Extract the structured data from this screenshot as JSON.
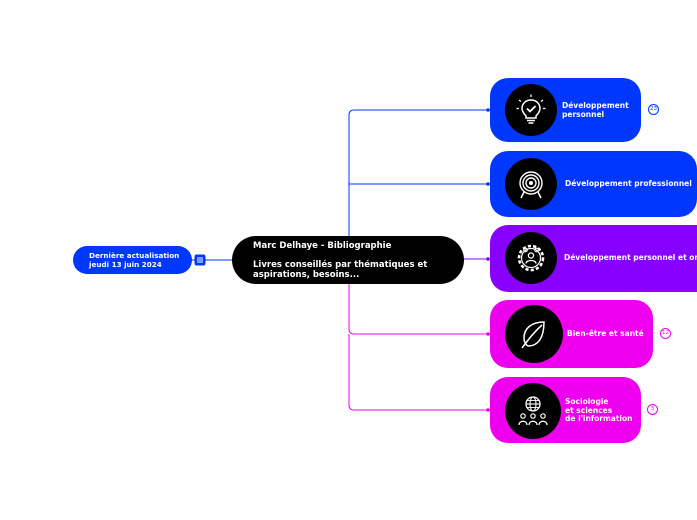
{
  "central": {
    "title": "Marc Delhaye - Bibliographie",
    "subtitle_line1": "Livres conseillés par thématiques et",
    "subtitle_line2": "aspirations, besoins..."
  },
  "update_node": {
    "line1": "Dernière actualisation",
    "line2": "jeudi 13 juin 2024",
    "note_icon": "note-icon"
  },
  "branches": [
    {
      "label_line1": "Développement",
      "label_line2": "personnel",
      "icon": "lightbulb-icon",
      "color": "#0037ff",
      "badge": "23"
    },
    {
      "label_line1": "Développement professionnel",
      "icon": "target-icon",
      "color": "#0037ff"
    },
    {
      "label_line1": "Développement personnel et orga",
      "icon": "people-gear-icon",
      "color": "#8800ff"
    },
    {
      "label_line1": "Bien-être et santé",
      "icon": "leaf-icon",
      "color": "#ee00ee",
      "badge": "12"
    },
    {
      "label_line1": "Sociologie",
      "label_line2": "et sciences",
      "label_line3": "de l'information",
      "icon": "globe-people-icon",
      "color": "#ee00ee",
      "badge": "3"
    }
  ],
  "colors": {
    "blue": "#0037ff",
    "purple": "#8800ff",
    "magenta": "#ee00ee",
    "black": "#000000"
  }
}
